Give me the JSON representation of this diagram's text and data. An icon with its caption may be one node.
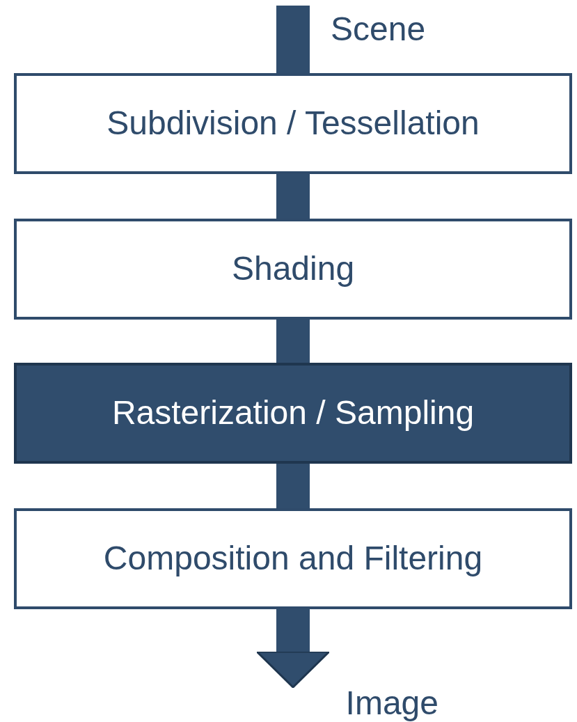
{
  "diagram": {
    "nodes": [
      {
        "text": [
          "Subdivision / Tessellation"
        ]
      },
      {
        "text": [
          "Shading"
        ]
      },
      {
        "text": [
          "Rasterization / Sampling"
        ]
      },
      {
        "text": [
          "Composition and Filtering"
        ]
      },
      {
        "text": [
          "Image"
        ]
      }
    ],
    "edges": [
      {
        "from": null,
        "to": 0,
        "arrow": "none"
      },
      {
        "from": 0,
        "to": 1,
        "arrow": "none"
      },
      {
        "from": 1,
        "to": 2,
        "arrow": "none"
      },
      {
        "from": 2,
        "to": 3,
        "arrow": "none"
      },
      {
        "from": 3,
        "to": 4,
        "arrow": "to"
      }
    ],
    "labels": [
      "Scene"
    ]
  }
}
